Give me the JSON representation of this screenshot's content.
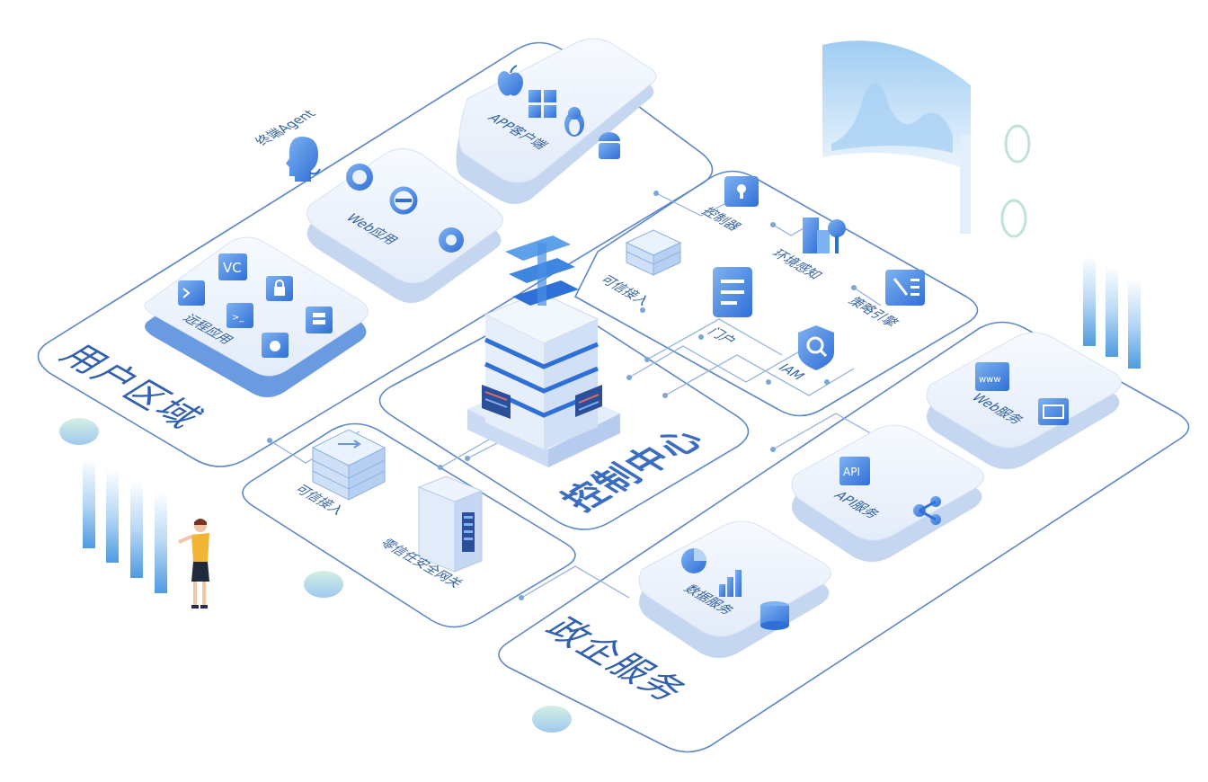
{
  "zones": {
    "user": {
      "title": "用户区域"
    },
    "control": {
      "title": "控制中心"
    },
    "gov": {
      "title": "政企服务"
    }
  },
  "user_area": {
    "terminal_agent": "终端Agent",
    "app_client": "APP客户端",
    "web_app": "Web应用",
    "remote_app": "远程应用"
  },
  "control_area": {
    "trusted_access_label": "可信接入",
    "controller": "控制器",
    "env_sense": "环境感知",
    "portal": "门户",
    "policy_engine": "策略引擎",
    "iam": "IAM"
  },
  "bottom_area": {
    "trusted_access": "可信接入",
    "zero_trust_gateway": "零信任安全网关"
  },
  "gov_area": {
    "web_service": "Web服务",
    "api_service": "API服务",
    "data_service": "数据服务"
  },
  "icons": [
    "apple-icon",
    "windows-icon",
    "linux-icon",
    "android-icon",
    "firefox-icon",
    "ie-icon",
    "chrome-icon",
    "vnc-icon",
    "terminal-icon",
    "lock-icon",
    "ssh-icon",
    "db-icon",
    "camera-icon",
    "router-icon",
    "lock-shield-icon",
    "building-tree-icon",
    "document-list-icon",
    "gear-list-icon",
    "search-shield-icon",
    "server-rack-icon",
    "www-icon",
    "api-icon",
    "share-icon",
    "pie-icon",
    "bar-chart-icon",
    "database-icon"
  ],
  "colors": {
    "accent": "#2f6fd8",
    "line": "#5b86c8",
    "panel_top": "#eef3fb",
    "panel_side": "#b9cdee"
  }
}
